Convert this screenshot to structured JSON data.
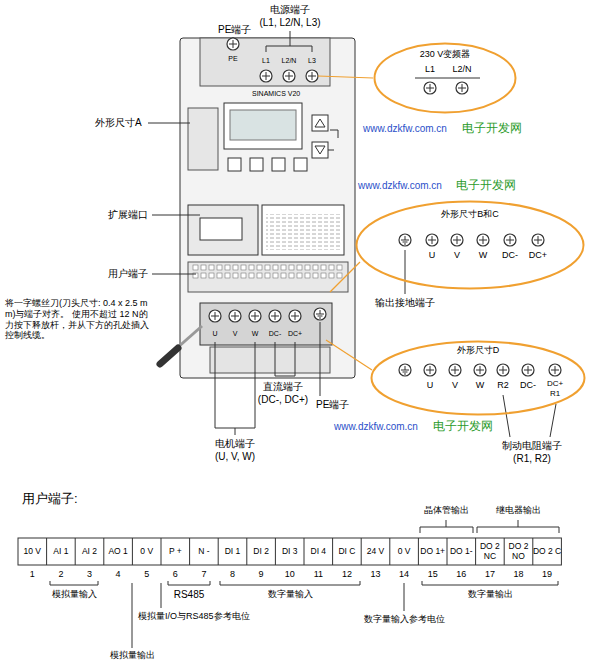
{
  "diagram": {
    "nodes": [
      {
        "text": [
          "230 V变频器"
        ]
      },
      {
        "text": [
          "外形尺寸B和C"
        ]
      },
      {
        "text": [
          "外形尺寸D"
        ]
      }
    ],
    "labels": [
      "PE端子",
      "电源端子",
      "(L1, L2/N, L3)",
      "L1",
      "L2/N",
      "L3",
      "PE",
      "SINAMICS V20",
      "L1",
      "L2/N",
      "www.dzkfw.com.cn",
      "电子开发网",
      "外形尺寸A",
      "www.dzkfw.com.cn",
      "电子开发网",
      "扩展端口",
      "用户端子",
      "U",
      "V",
      "W",
      "DC-",
      "DC+",
      "输出接地端子",
      "将一字螺丝刀(刀头尺寸: 0.4 x 2.5 mm)与端子对齐。 使用不超过 12 N的力按下释放杆，并从下方的孔处插入控制线缆。",
      "U",
      "V",
      "W",
      "DC-",
      "DC+",
      "PE端子",
      "直流端子",
      "(DC-, DC+)",
      "U",
      "V",
      "W",
      "R2",
      "DC-",
      "DC+ R1",
      "www.dzkfw.com.cn",
      "电子开发网",
      "制动电阻端子",
      "(R1, R2)",
      "电机端子",
      "(U, V, W)",
      "用户端子:",
      "晶体管输出",
      "继电器输出",
      "10 V",
      "AI 1",
      "AI 2",
      "AO 1",
      "0 V",
      "P +",
      "N -",
      "DI 1",
      "DI 2",
      "DI 3",
      "DI 4",
      "DI C",
      "24 V",
      "0 V",
      "DO 1+",
      "DO 1-",
      "DO 2 NC",
      "DO 2 NO",
      "DO 2 C",
      "1",
      "2",
      "3",
      "4",
      "5",
      "6",
      "7",
      "8",
      "9",
      "10",
      "11",
      "12",
      "13",
      "14",
      "15",
      "16",
      "17",
      "18",
      "19",
      "模拟量输入",
      "RS485",
      "数字量输入",
      "数字量输出",
      "模拟量I/O与RS485参考电位",
      "数字量输入参考电位",
      "模拟量输出"
    ]
  }
}
